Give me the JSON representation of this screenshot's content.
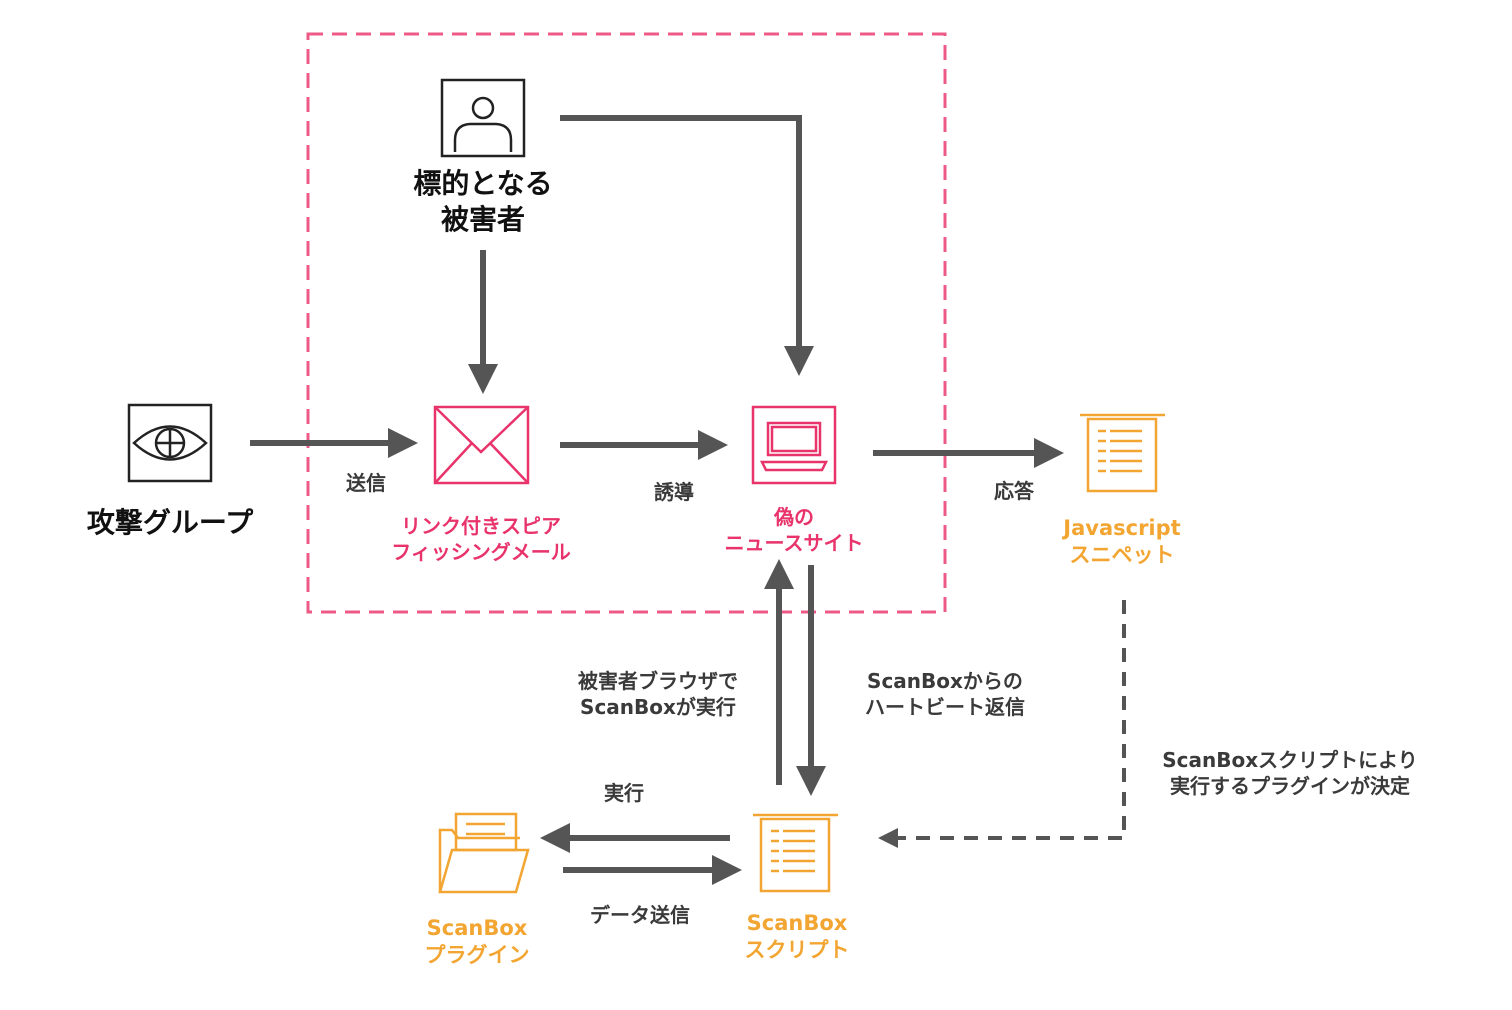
{
  "colors": {
    "arrow": "#555555",
    "pink": "#e8336b",
    "orange": "#f3a532",
    "dashed_box": "#ee5a86",
    "black": "#111111"
  },
  "nodes": {
    "victim": {
      "icon": "user-icon",
      "line1": "標的となる",
      "line2": "被害者"
    },
    "attacker": {
      "icon": "eye-target-icon",
      "label": "攻撃グループ"
    },
    "phishing_mail": {
      "icon": "envelope-icon",
      "line1": "リンク付きスピア",
      "line2": "フィッシングメール"
    },
    "fake_site": {
      "icon": "laptop-icon",
      "line1": "偽の",
      "line2": "ニュースサイト"
    },
    "js_snippet": {
      "icon": "document-list-icon",
      "line1": "Javascript",
      "line2": "スニペット"
    },
    "scanbox_script": {
      "icon": "document-list-icon",
      "line1": "ScanBox",
      "line2": "スクリプト"
    },
    "scanbox_plugin": {
      "icon": "folder-icon",
      "line1": "ScanBox",
      "line2": "プラグイン"
    }
  },
  "edges": {
    "send": "送信",
    "lure": "誘導",
    "response": "応答",
    "exec_in_browser": {
      "line1": "被害者ブラウザで",
      "line2": "ScanBoxが実行"
    },
    "heartbeat": {
      "line1": "ScanBoxからの",
      "line2": "ハートビート返信"
    },
    "plugin_decided": {
      "line1": "ScanBoxスクリプトにより",
      "line2": "実行するプラグインが決定"
    },
    "execute": "実行",
    "data_send": "データ送信"
  }
}
